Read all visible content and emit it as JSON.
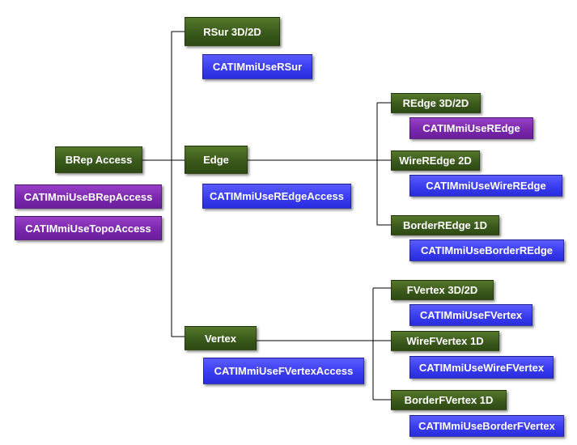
{
  "colors": {
    "node_green": "#3b5a1c",
    "node_blue": "#3a3cf0",
    "node_purple": "#7a28ac",
    "connector": "#000000"
  },
  "nodes": {
    "brep_access": "BRep Access",
    "catimmi_use_brep_access": "CATIMmiUseBRepAccess",
    "catimmi_use_topo_access": "CATIMmiUseTopoAccess",
    "rsur": "RSur 3D/2D",
    "catimmi_use_rsur": "CATIMmiUseRSur",
    "edge": "Edge",
    "catimmi_use_redge_access": "CATIMmiUseREdgeAccess",
    "vertex": "Vertex",
    "catimmi_use_fvertex_access": "CATIMmiUseFVertexAccess",
    "redge": "REdge  3D/2D",
    "catimmi_use_redge": "CATIMmiUseREdge",
    "wire_redge": "WireREdge 2D",
    "catimmi_use_wire_redge": "CATIMmiUseWireREdge",
    "border_redge": "BorderREdge 1D",
    "catimmi_use_border_redge": "CATIMmiUseBorderREdge",
    "fvertex": "FVertex  3D/2D",
    "catimmi_use_fvertex": "CATIMmiUseFVertex",
    "wire_fvertex": "WireFVertex 1D",
    "catimmi_use_wire_fvertex": "CATIMmiUseWireFVertex",
    "border_fvertex": "BorderFVertex 1D",
    "catimmi_use_border_fvertex": "CATIMmiUseBorderFVertex"
  }
}
